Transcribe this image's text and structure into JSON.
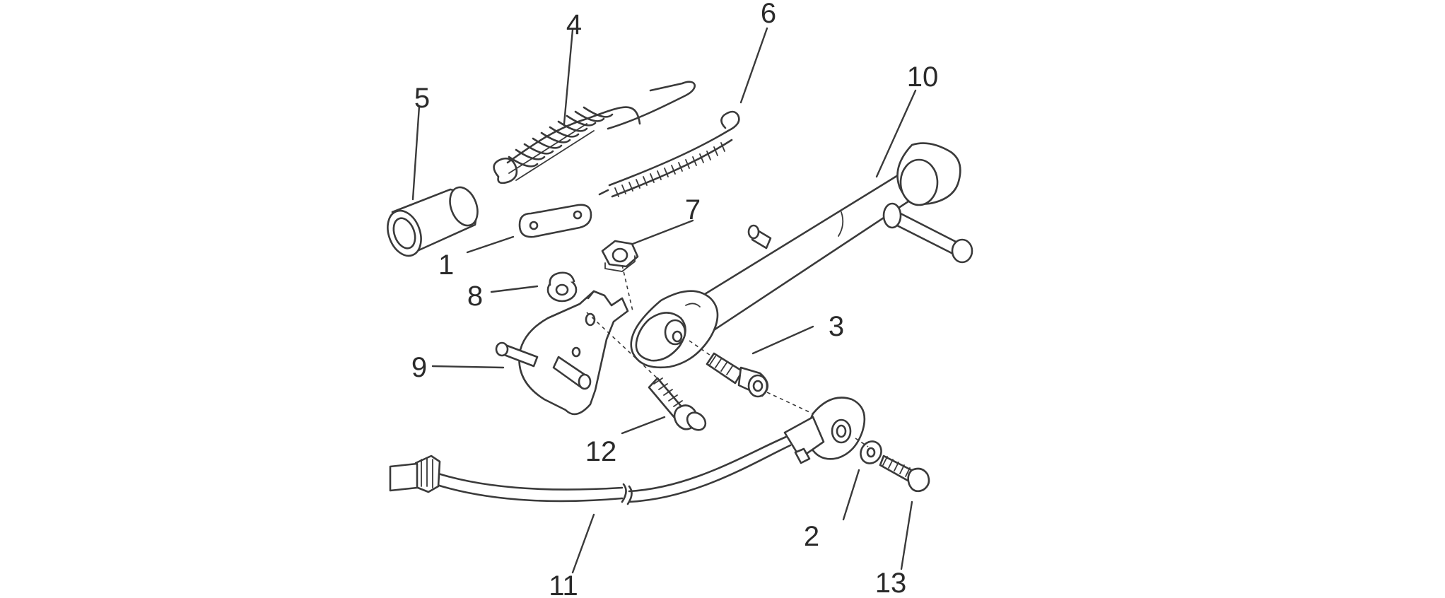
{
  "diagram": {
    "callouts": [
      {
        "id": "1",
        "text": "1"
      },
      {
        "id": "2",
        "text": "2"
      },
      {
        "id": "3",
        "text": "3"
      },
      {
        "id": "4",
        "text": "4"
      },
      {
        "id": "5",
        "text": "5"
      },
      {
        "id": "6",
        "text": "6"
      },
      {
        "id": "7",
        "text": "7"
      },
      {
        "id": "8",
        "text": "8"
      },
      {
        "id": "9",
        "text": "9"
      },
      {
        "id": "10",
        "text": "10"
      },
      {
        "id": "11",
        "text": "11"
      },
      {
        "id": "12",
        "text": "12"
      },
      {
        "id": "13",
        "text": "13"
      }
    ],
    "line_color": "#3a3a3a",
    "background_color": "#ffffff"
  }
}
